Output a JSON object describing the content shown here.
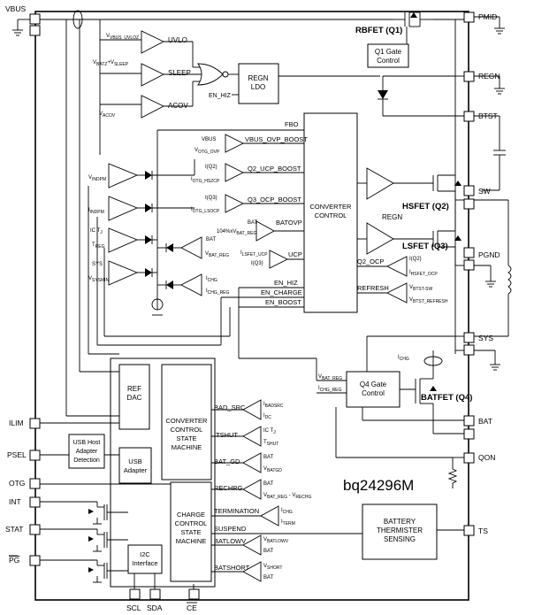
{
  "pins": {
    "vbus": "VBUS",
    "pmid": "PMID",
    "regn": "REGN",
    "btst": "BTST",
    "sw": "SW",
    "pgnd": "PGND",
    "sys": "SYS",
    "bat": "BAT",
    "qon": "QON",
    "ts": "TS",
    "ilim": "ILIM",
    "psel": "PSEL",
    "otg": "OTG",
    "int": "INT",
    "stat": "STAT",
    "pg": "PG",
    "scl": "SCL",
    "sda": "SDA",
    "ce": "CE"
  },
  "fets": {
    "q1": "RBFET (Q1)",
    "q2": "HSFET (Q2)",
    "q3": "LSFET (Q3)",
    "q4": "BATFET (Q4)"
  },
  "blocks": {
    "q1_gate": [
      "Q1 Gate",
      "Control"
    ],
    "regn_ldo": [
      "REGN",
      "LDO"
    ],
    "converter": [
      "CONVERTER",
      "CONTROL"
    ],
    "ref_dac": [
      "REF",
      "DAC"
    ],
    "usb_host": [
      "USB Host",
      "Adapter",
      "Detection"
    ],
    "usb_adapter": [
      "USB",
      "Adapter"
    ],
    "conv_sm": [
      "CONVERTER",
      "CONTROL",
      "STATE",
      "MACHINE"
    ],
    "chg_sm": [
      "CHARGE",
      "CONTROL",
      "STATE",
      "MACHINE"
    ],
    "i2c": [
      "I2C",
      "Interface"
    ],
    "q4_gate": [
      "Q4 Gate",
      "Control"
    ],
    "thermistor": [
      "BATTERY",
      "THERMISTER",
      "SENSING"
    ]
  },
  "top_comparators": {
    "uvlo": "UVLO",
    "sleep": "SLEEP",
    "acov": "ACOV",
    "en_hiz_in": "EN_HIZ",
    "in_uvloz": "V",
    "in_uvloz_sub": "VBUS_UVLOZ",
    "in_batz": "V",
    "in_batz_sub": "BATZ",
    "in_plus": "+V",
    "in_sleep_sub": "SLEEP",
    "in_acov": "V",
    "in_acov_sub": "ACOV"
  },
  "boost_comparators": {
    "fbo": "FBO",
    "vbus_ovp_label": "VBUS_OVP_BOOST",
    "vbus_in": "VBUS",
    "votg_ovp": "V",
    "votg_ovp_sub": "OTG_OVP",
    "q2_ucp_label": "Q2_UCP_BOOST",
    "iq2_in": "I(Q2)",
    "iotg_hszcp": "I",
    "iotg_hszcp_sub": "OTG_HSZCP",
    "q3_ocp_label": "Q3_OCP_BOOST",
    "iq3_in": "I(Q3)",
    "iotg_lsocp": "I",
    "iotg_lsocp_sub": "OTG_LSOCP",
    "batovp_label": "BATOVP",
    "bat_in": "BAT",
    "pct_in": "104%xV",
    "pct_sub": "BAT_REG",
    "ucp_label": "UCP",
    "ilsfet_in": "I",
    "ilsfet_sub": "LSFET_UCP",
    "iq3_ucp_in": "I(Q3)",
    "en_hiz": "EN_HIZ",
    "en_charge": "EN_CHARGE",
    "en_boost": "EN_BOOST"
  },
  "loop_comparators": {
    "vindpm": "V",
    "vindpm_sub": "INDPM",
    "iindpm": "I",
    "iindpm_sub": "INDPM",
    "ic_tj": "IC T",
    "ic_tj_sub": "J",
    "treg": "T",
    "treg_sub": "REG",
    "sys": "SYS",
    "vsysmin": "V",
    "vsysmin_sub": "SYSMIN",
    "bat": "BAT",
    "vbat_reg": "V",
    "vbat_reg_sub": "BAT_REG",
    "ichg": "I",
    "ichg_sub": "CHG",
    "ichg_reg": "I",
    "ichg_reg_sub": "CHG_REG"
  },
  "right_comparators": {
    "regn": "REGN",
    "q2_ocp": "Q2_OCP",
    "iq2": "I(Q2)",
    "ihsfet_ocp": "I",
    "ihsfet_ocp_sub": "HSFET_OCP",
    "refresh": "REFRESH",
    "vbtst_sw": "V",
    "vbtst_sw_sub": "BTST-SW",
    "vbtst_refresh": "V",
    "vbtst_refresh_sub": "BTST_REFRESH",
    "vbat_reg_q4": "V",
    "vbat_reg_q4_sub": "BAT_REG",
    "ichg_reg_q4": "I",
    "ichg_reg_q4_sub": "CHG_REG"
  },
  "sm_comparators": {
    "bad_src": "BAD_SRC",
    "ibadsrc": "I",
    "ibadsrc_sub": "BADSRC",
    "idc": "I",
    "idc_sub": "DC",
    "tshut": "TSHUT",
    "ictj": "IC T",
    "ictj_sub": "J",
    "tshut_ref": "T",
    "tshut_ref_sub": "SHUT",
    "bat_gd": "BAT_GD",
    "batgd_bat": "BAT",
    "vbatgd": "V",
    "vbatgd_sub": "BATGD",
    "rechrg": "RECHRG",
    "rech_bat": "BAT",
    "vrech": "V",
    "vrech_sub": "BAT_REG",
    "vrech_tail": " - V",
    "vrech_tail_sub": "RECHG",
    "termination": "TERMINATION",
    "term_ichg": "I",
    "term_ichg_sub": "CHG",
    "iterm": "I",
    "iterm_sub": "TERM",
    "suspend": "SUSPEND",
    "batlowv": "BATLOWV",
    "vbatlowv": "V",
    "vbatlowv_sub": "BATLOWV",
    "batlow_bat": "BAT",
    "batshort": "BATSHORT",
    "vshort": "V",
    "vshort_sub": "SHORT",
    "short_bat": "BAT"
  },
  "part_number": "bq24296M"
}
